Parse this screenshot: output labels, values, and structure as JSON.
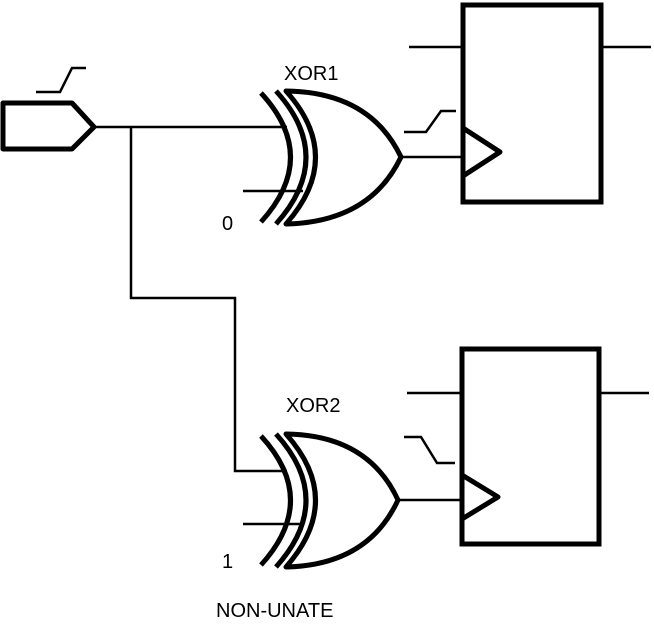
{
  "gates": {
    "xor1": {
      "label": "XOR1",
      "const_input": "0"
    },
    "xor2": {
      "label": "XOR2",
      "const_input": "1"
    }
  },
  "caption": "NON-UNATE",
  "waveforms": {
    "input": "rising",
    "xor1_output": "rising",
    "xor2_output": "falling"
  }
}
